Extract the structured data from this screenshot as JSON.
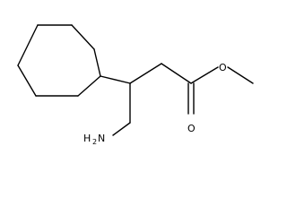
{
  "molecule": {
    "atoms": {
      "oxygen_single": "O",
      "oxygen_double": "O",
      "amine": "H",
      "amine_sub": "2",
      "amine_n": "N"
    },
    "colors": {
      "bond": "#000000",
      "text": "#000000",
      "background": "#ffffff"
    }
  }
}
